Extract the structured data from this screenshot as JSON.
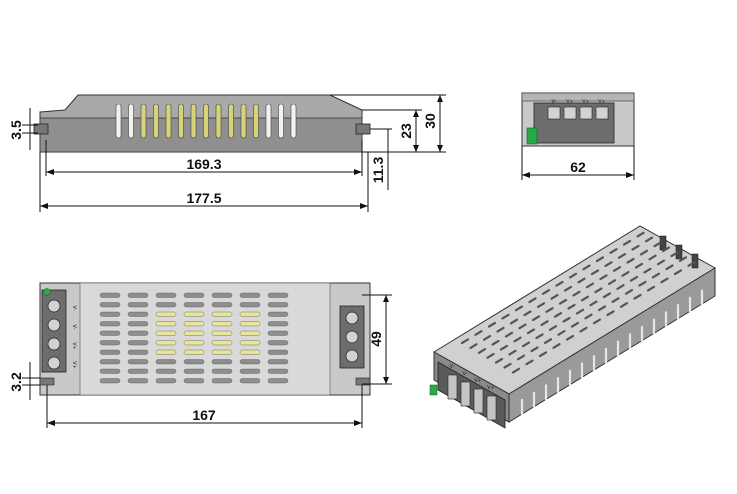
{
  "side_view": {
    "length_inner": "169.3",
    "length_outer": "177.5",
    "mount_hole": "3.5",
    "height_body": "23",
    "height_total": "30",
    "hole_height": "11.3"
  },
  "end_view": {
    "width": "62",
    "terminal_labels": [
      "V-",
      "V+",
      "V+",
      "V+"
    ]
  },
  "top_view": {
    "hole_pitch": "167",
    "terminal_spacing": "49",
    "mount_offset": "3.2",
    "input_labels": [
      "V-",
      "V-",
      "V+",
      "V+"
    ]
  },
  "iso_view": {
    "terminal_labels": [
      "V-",
      "V-",
      "V+",
      "V+"
    ]
  },
  "colors": {
    "metal": "#c9c9c9",
    "metal_dark": "#8a8a8a",
    "slot_yellow": "#e8e59a",
    "terminal_green": "#2aa84a"
  }
}
